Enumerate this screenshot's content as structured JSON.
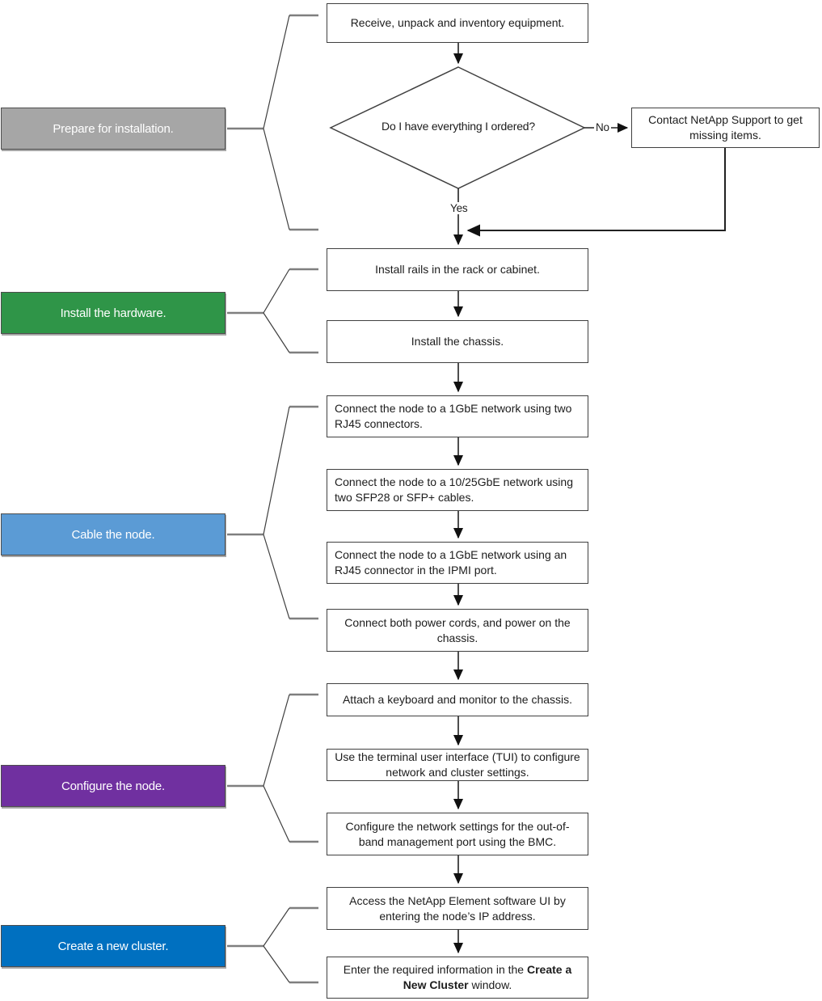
{
  "stages": [
    {
      "label": "Prepare for installation.",
      "color": "#A6A6A6"
    },
    {
      "label": "Install the hardware.",
      "color": "#2F9548"
    },
    {
      "label": "Cable the node.",
      "color": "#5B9BD5"
    },
    {
      "label": "Configure the node.",
      "color": "#7030A0"
    },
    {
      "label": "Create a new cluster.",
      "color": "#0070C0"
    }
  ],
  "steps": {
    "receive": "Receive, unpack and inventory equipment.",
    "decision": "Do I have everything I ordered?",
    "decision_no": "No",
    "decision_yes": "Yes",
    "contact_support": "Contact NetApp Support to get missing items.",
    "install_rails": "Install rails in the rack or cabinet.",
    "install_chassis": "Install the chassis.",
    "connect_1gbe": "Connect the node to a 1GbE network using two RJ45 connectors.",
    "connect_10_25gbe": "Connect the node to a 10/25GbE network using two SFP28 or SFP+ cables.",
    "connect_ipmi": "Connect the node to a 1GbE network using an RJ45 connector in the IPMI port.",
    "connect_power": "Connect both power cords, and power on the chassis.",
    "attach_keyboard": "Attach a keyboard and monitor to the chassis.",
    "use_tui": "Use the terminal user interface (TUI) to configure network and cluster settings.",
    "configure_bmc": "Configure the network settings for the out-of-band management port using the BMC.",
    "access_ui": "Access the NetApp Element software UI by entering the node’s IP address.",
    "enter_info_prefix": "Enter the required information in the ",
    "enter_info_bold": "Create a New Cluster",
    "enter_info_suffix": " window."
  }
}
